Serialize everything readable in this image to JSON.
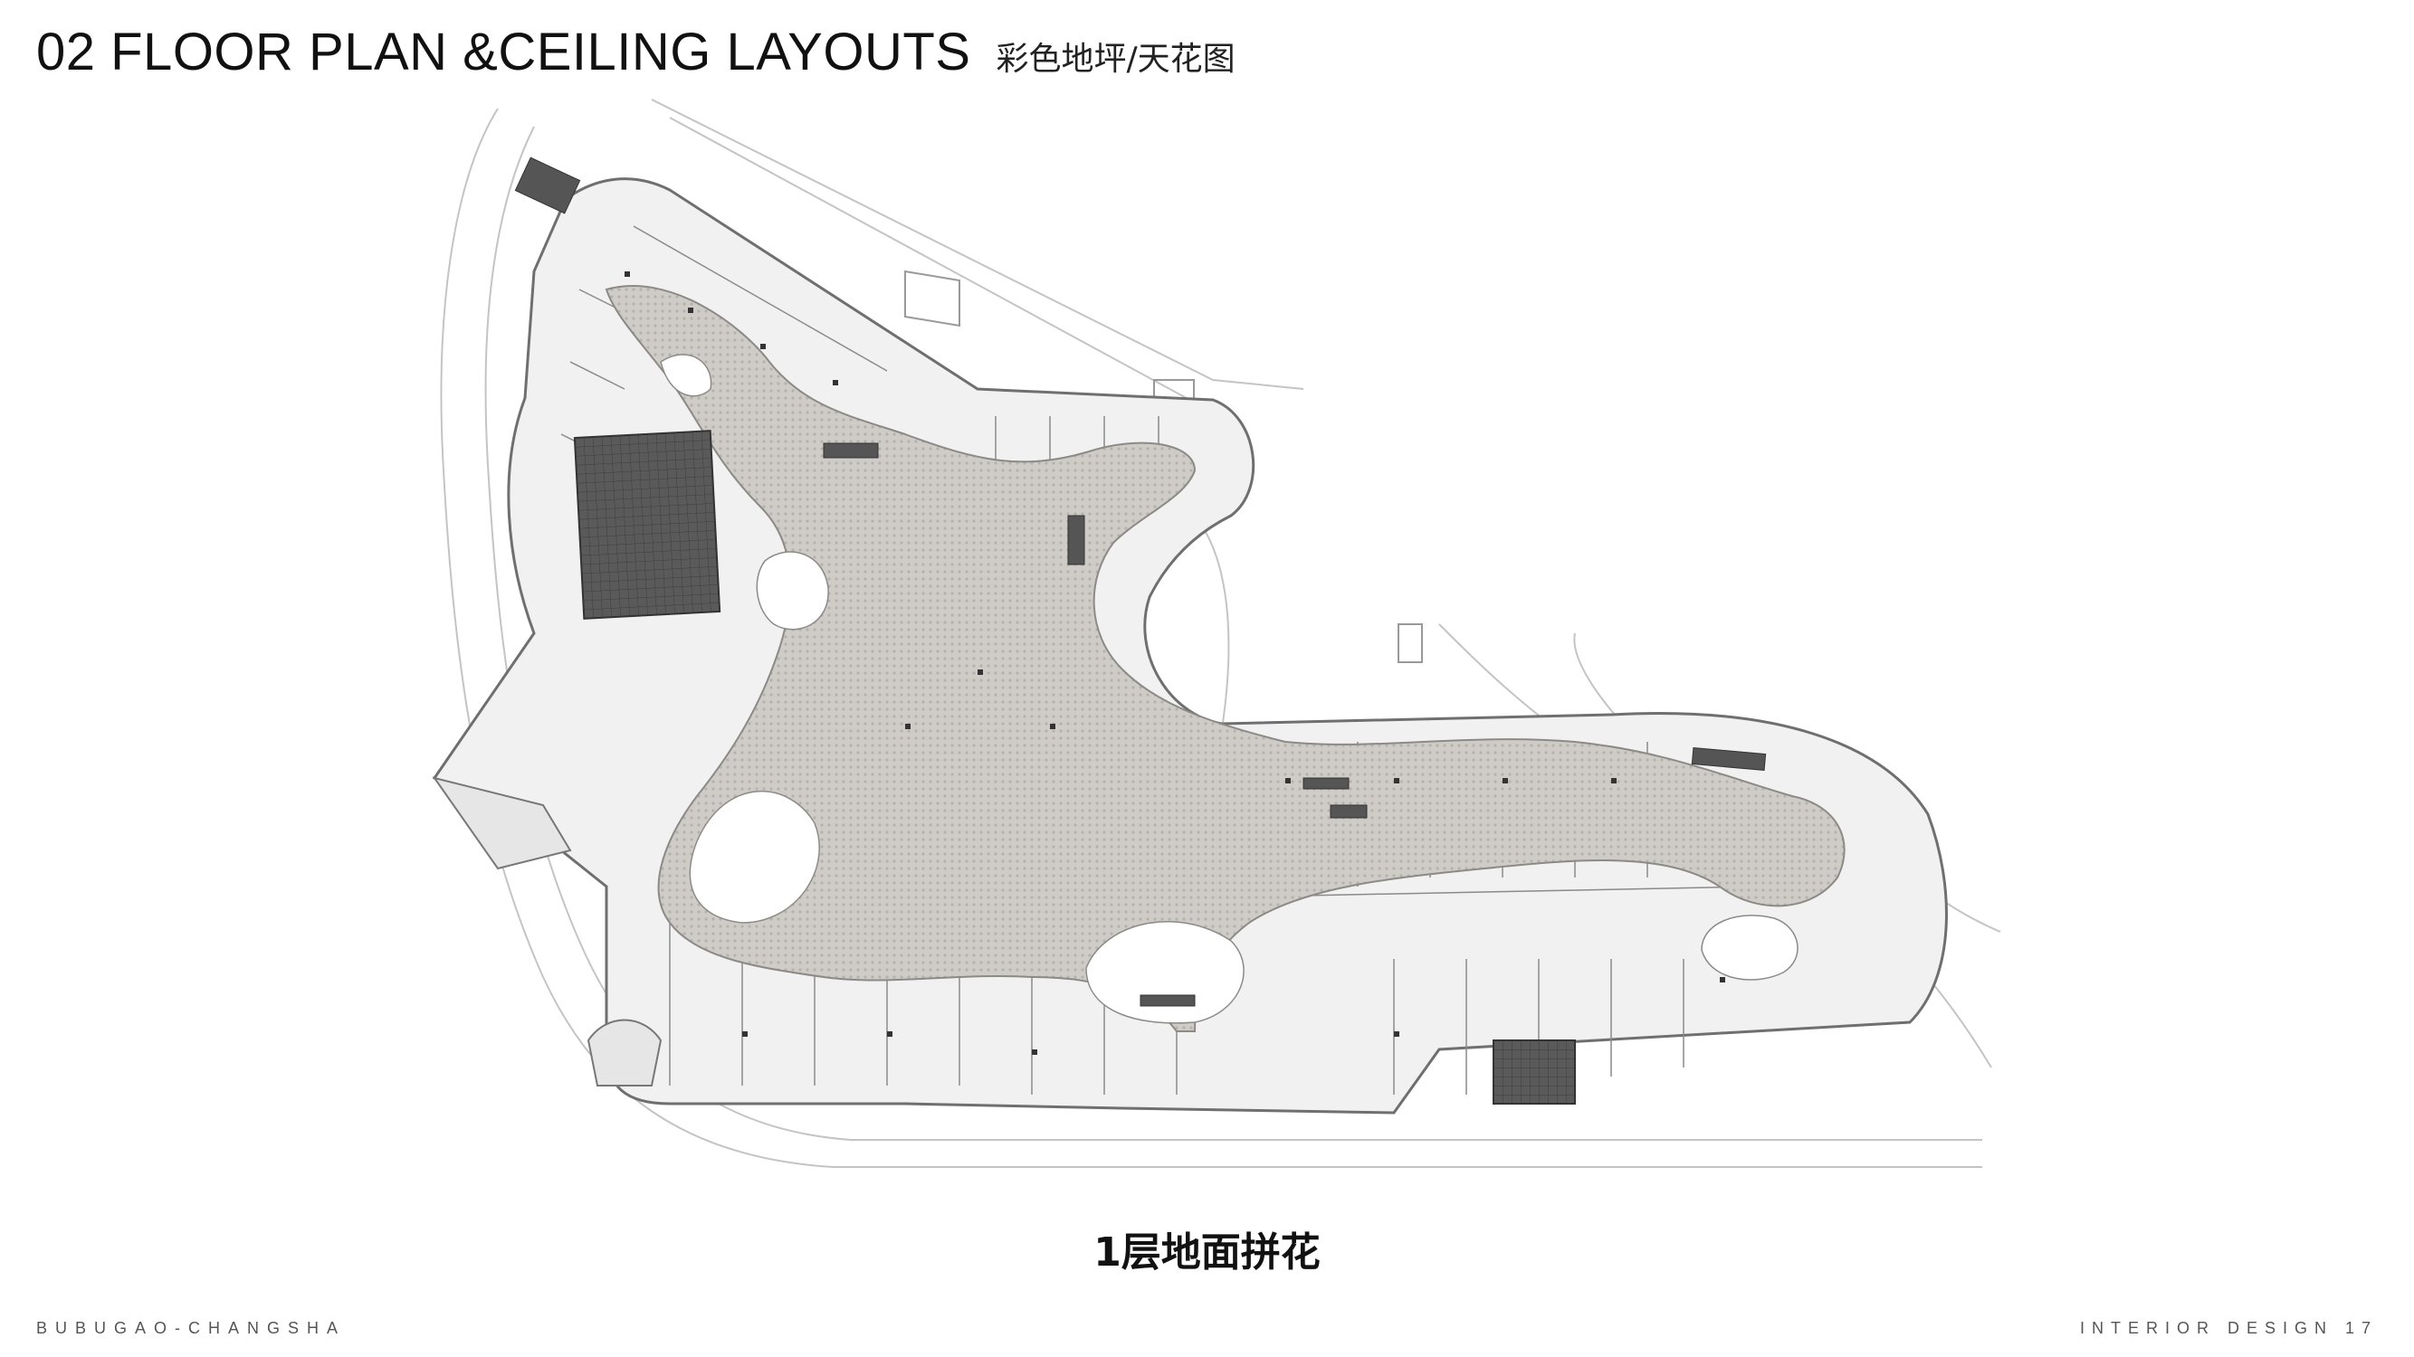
{
  "header": {
    "title": "02  FLOOR PLAN &CEILING LAYOUTS",
    "subtitle": "彩色地坪/天花图"
  },
  "plan": {
    "caption": "1层地面拼花",
    "colors": {
      "floor": "#f1f1f1",
      "corridor_paving": "#c9c6c2",
      "dark_zone": "#555555",
      "line": "#7a7a7a",
      "site_line": "#bdbdbd"
    }
  },
  "footer": {
    "left": "BUBUGAO-CHANGSHA",
    "right": "INTERIOR DESIGN 17"
  }
}
